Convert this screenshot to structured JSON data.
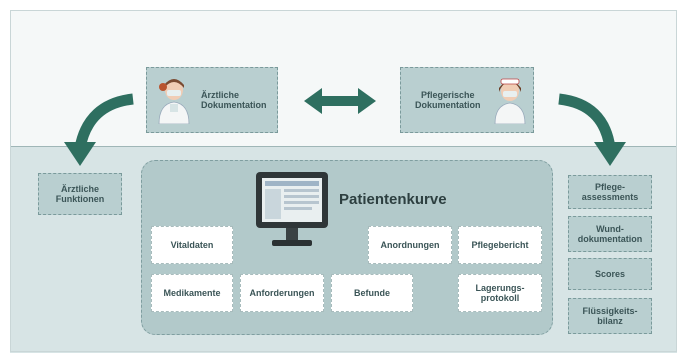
{
  "top": {
    "doctor_doc": "Ärztliche\nDokumentation",
    "nursing_doc": "Pflegerische\nDokumentation"
  },
  "left": {
    "functions": "Ärztliche\nFunktionen"
  },
  "center": {
    "title": "Patientenkurve",
    "items": {
      "vitaldaten": "Vitaldaten",
      "anordnungen": "Anordnungen",
      "pflegebericht": "Pflegebericht",
      "medikamente": "Medikamente",
      "anforderungen": "Anforderungen",
      "befunde": "Befunde",
      "lagerungsprotokoll": "Lagerungs-\nprotokoll"
    }
  },
  "right": {
    "items": [
      "Pflege-\nassessments",
      "Wund-\ndokumentation",
      "Scores",
      "Flüssigkeits-\nbilanz"
    ]
  },
  "colors": {
    "arrow": "#2e6f60",
    "box_fill": "#b9cfd0",
    "area_fill": "#b2c9ca"
  },
  "icons": {
    "doctor": "doctor-avatar-icon",
    "nurse": "nurse-avatar-icon",
    "monitor": "computer-monitor-icon"
  }
}
